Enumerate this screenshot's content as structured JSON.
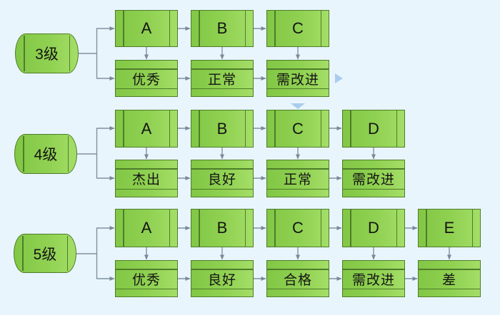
{
  "diagram": {
    "description": "Rating scale mapping flowchart",
    "rows": [
      {
        "level_label": "3级",
        "grades": [
          {
            "letter": "A",
            "label": "优秀"
          },
          {
            "letter": "B",
            "label": "正常"
          },
          {
            "letter": "C",
            "label": "需改进"
          }
        ]
      },
      {
        "level_label": "4级",
        "grades": [
          {
            "letter": "A",
            "label": "杰出"
          },
          {
            "letter": "B",
            "label": "良好"
          },
          {
            "letter": "C",
            "label": "正常"
          },
          {
            "letter": "D",
            "label": "需改进"
          }
        ]
      },
      {
        "level_label": "5级",
        "grades": [
          {
            "letter": "A",
            "label": "优秀"
          },
          {
            "letter": "B",
            "label": "良好"
          },
          {
            "letter": "C",
            "label": "合格"
          },
          {
            "letter": "D",
            "label": "需改进"
          },
          {
            "letter": "E",
            "label": "差"
          }
        ]
      }
    ],
    "icons": {
      "chevron_right": "right-continuation-arrow",
      "chevron_down": "down-continuation-arrow"
    },
    "colors": {
      "background": "#e9f5fd",
      "shape_fill": "#90d152",
      "shape_border": "#4d7d29",
      "connector": "#8191a0",
      "chevron": "#a9cdee",
      "text": "#141414"
    }
  }
}
